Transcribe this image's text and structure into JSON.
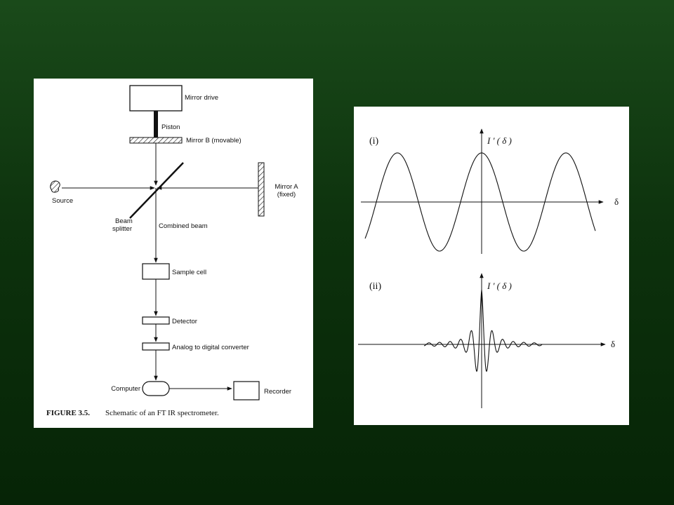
{
  "schematic": {
    "labels": {
      "mirror_drive": "Mirror drive",
      "piston": "Piston",
      "mirror_b": "Mirror B (movable)",
      "source": "Source",
      "mirror_a_line1": "Mirror A",
      "mirror_a_line2": "(fixed)",
      "beam_line1": "Beam",
      "beam_line2": "splitter",
      "combined_beam": "Combined beam",
      "sample_cell": "Sample cell",
      "detector": "Detector",
      "adc": "Analog to digital converter",
      "computer": "Computer",
      "recorder": "Recorder"
    },
    "caption": {
      "number": "FIGURE 3.5.",
      "text": "Schematic of an FT IR spectrometer."
    }
  },
  "plots": {
    "top": {
      "tag": "(i)",
      "ylabel": "I ' ( δ )",
      "xlabel": "δ"
    },
    "bottom": {
      "tag": "(ii)",
      "ylabel": "I ' ( δ )",
      "xlabel": "δ"
    }
  }
}
